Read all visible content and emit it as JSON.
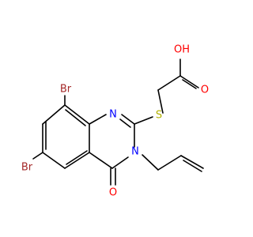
{
  "molecule": {
    "atoms": {
      "oh": "OH",
      "o_carbonyl_acid": "O",
      "s": "S",
      "n1": "N",
      "n3": "N",
      "br8": "Br",
      "br6": "Br",
      "o_ring": "O"
    },
    "colors": {
      "bond": "#000000",
      "oxygen": "#ff0000",
      "nitrogen": "#0000ff",
      "sulfur": "#b2b200",
      "bromine": "#a52a2a"
    }
  }
}
